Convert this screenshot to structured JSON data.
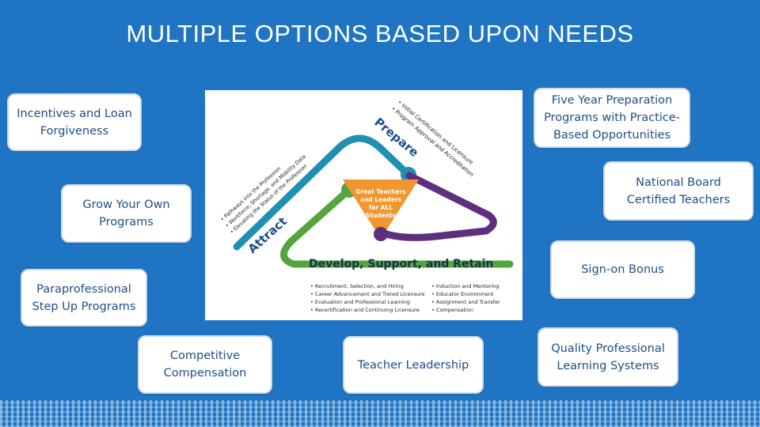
{
  "title": "MULTIPLE OPTIONS BASED UPON NEEDS",
  "cards": {
    "incentives": [
      "Incentives and Loan",
      "Forgiveness"
    ],
    "five_year": [
      "Five Year Preparation",
      "Programs with Practice-",
      "Based Opportunities"
    ],
    "national_board": [
      "National Board",
      "Certified Teachers"
    ],
    "grow_your_own": [
      "Grow Your Own",
      "Programs"
    ],
    "sign_on": [
      "Sign-on Bonus"
    ],
    "paraprofessional": [
      "Paraprofessional",
      "Step Up Programs"
    ],
    "compensation": [
      "Competitive",
      "Compensation"
    ],
    "teacher_leadership": [
      "Teacher Leadership"
    ],
    "quality_pl": [
      "Quality Professional",
      "Learning Systems"
    ]
  },
  "figure": {
    "center": [
      "Great Teachers",
      "and Leaders",
      "for ALL",
      "Students"
    ],
    "prepare": {
      "label": "Prepare",
      "bullets": [
        "• Initial Certification and Licensure",
        "• Program Approval and Accreditation"
      ]
    },
    "attract": {
      "label": "Attract",
      "bullets": [
        "• Pathways into the Profession",
        "• Workforce, Shortage, and Mobility Data",
        "• Elevating the Status of the Profession"
      ]
    },
    "develop": {
      "label": "Develop, Support, and Retain",
      "bullets_left": [
        "• Recruitment, Selection, and Hiring",
        "• Career Advancement and Tiered Licensure",
        "• Evaluation and Professional Learning",
        "• Recertification and Continuing Licensure"
      ],
      "bullets_right": [
        "• Induction and Mentoring",
        "• Educator Environment",
        "• Assignment and Transfer",
        "• Compensation"
      ]
    },
    "colors": {
      "prepare": "#1f8fb2",
      "attract": "#55a53d",
      "develop": "#5e2f7d",
      "center": "#f2962f",
      "text": "#222222"
    }
  }
}
